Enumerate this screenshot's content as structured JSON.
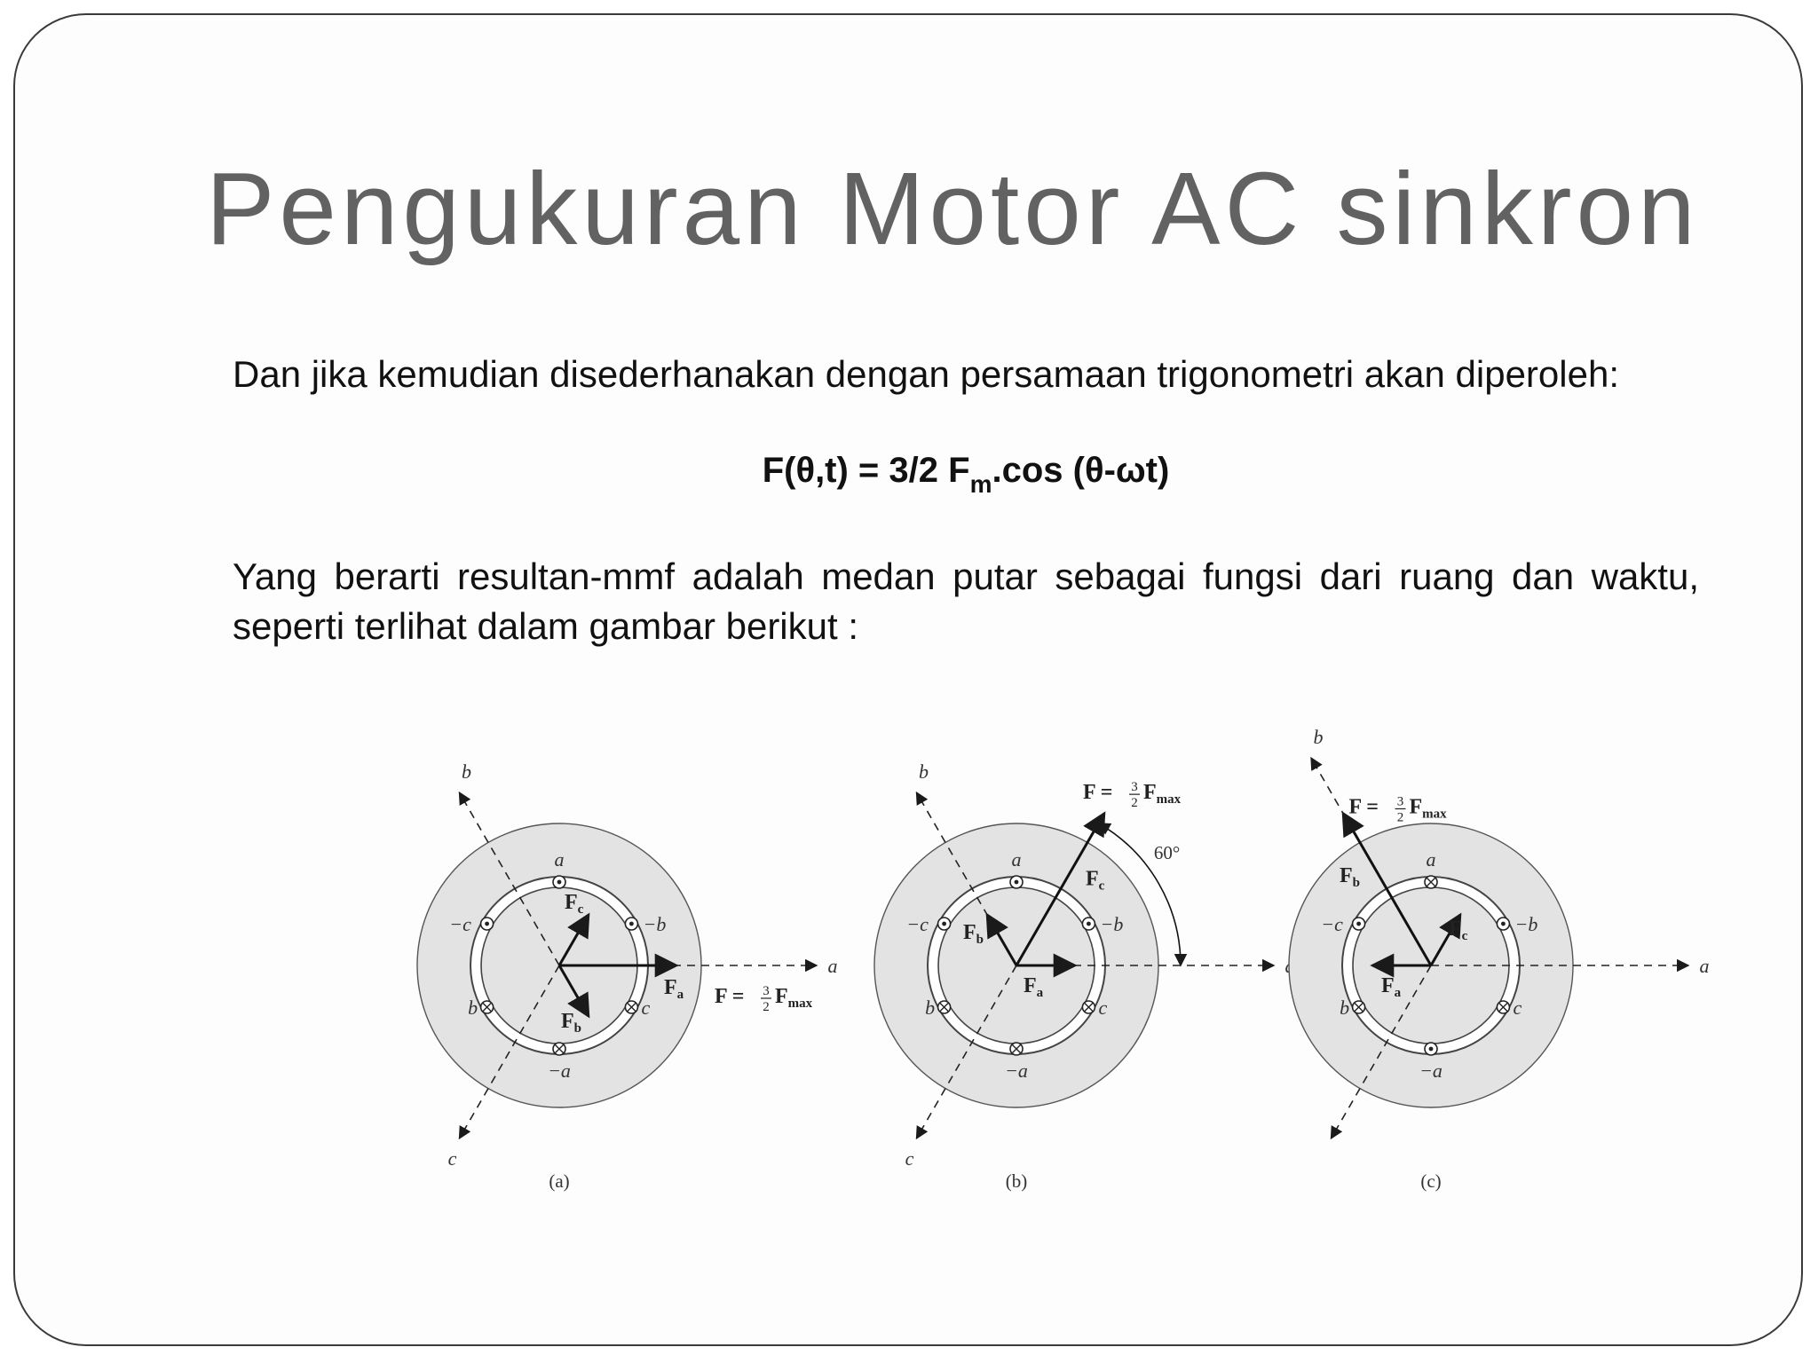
{
  "title": "Pengukuran Motor AC sinkron",
  "paragraph_1": "Dan jika kemudian disederhanakan dengan persamaan trigonometri akan diperoleh:",
  "equation": {
    "left": "F(θ,t) = 3/2 F",
    "sub": "m",
    "right": ".cos (θ-ωt)"
  },
  "paragraph_2": "Yang berarti resultan-mmf adalah medan putar sebagai fungsi dari ruang dan waktu, seperti terlihat dalam gambar berikut :",
  "figure": {
    "axis_labels": {
      "a": "a",
      "b": "b",
      "c": "c"
    },
    "winding_labels": {
      "a": "a",
      "neg_a": "−a",
      "b": "b",
      "neg_b": "−b",
      "c": "c",
      "neg_c": "−c"
    },
    "vector_letter": "F",
    "subscripts": {
      "a": "a",
      "b": "b",
      "c": "c",
      "max": "max"
    },
    "resultant_prefix": "F = ",
    "fraction": {
      "num": "3",
      "den": "2"
    },
    "angle_label": "60°",
    "panels": [
      {
        "caption": "(a)"
      },
      {
        "caption": "(b)"
      },
      {
        "caption": "(c)"
      }
    ]
  },
  "colors": {
    "title": "#626262",
    "ring": "#e3e3e3",
    "frame": "#3a3a3a",
    "text": "#111111"
  }
}
